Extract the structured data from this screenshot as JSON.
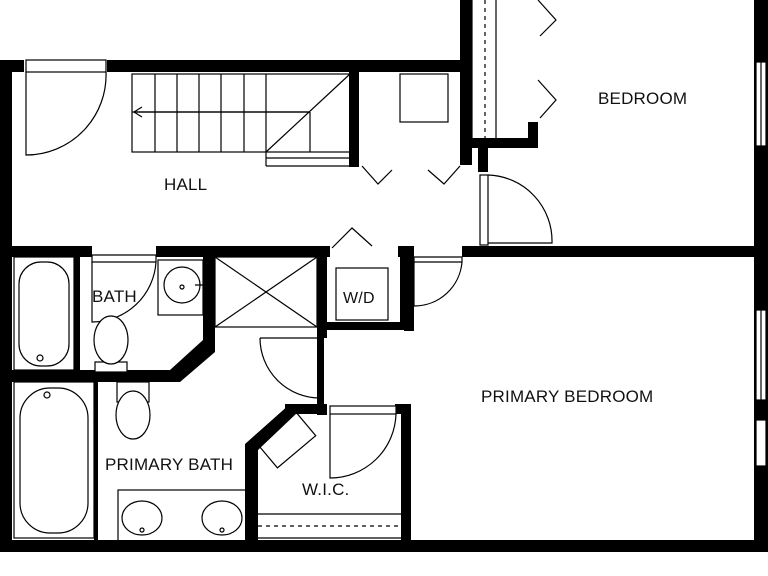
{
  "plan": {
    "rooms": {
      "hall": "HALL",
      "bedroom": "BEDROOM",
      "bath": "BATH",
      "wd": "W/D",
      "primary_bedroom": "PRIMARY BEDROOM",
      "primary_bath": "PRIMARY BATH",
      "wic": "W.I.C."
    }
  }
}
